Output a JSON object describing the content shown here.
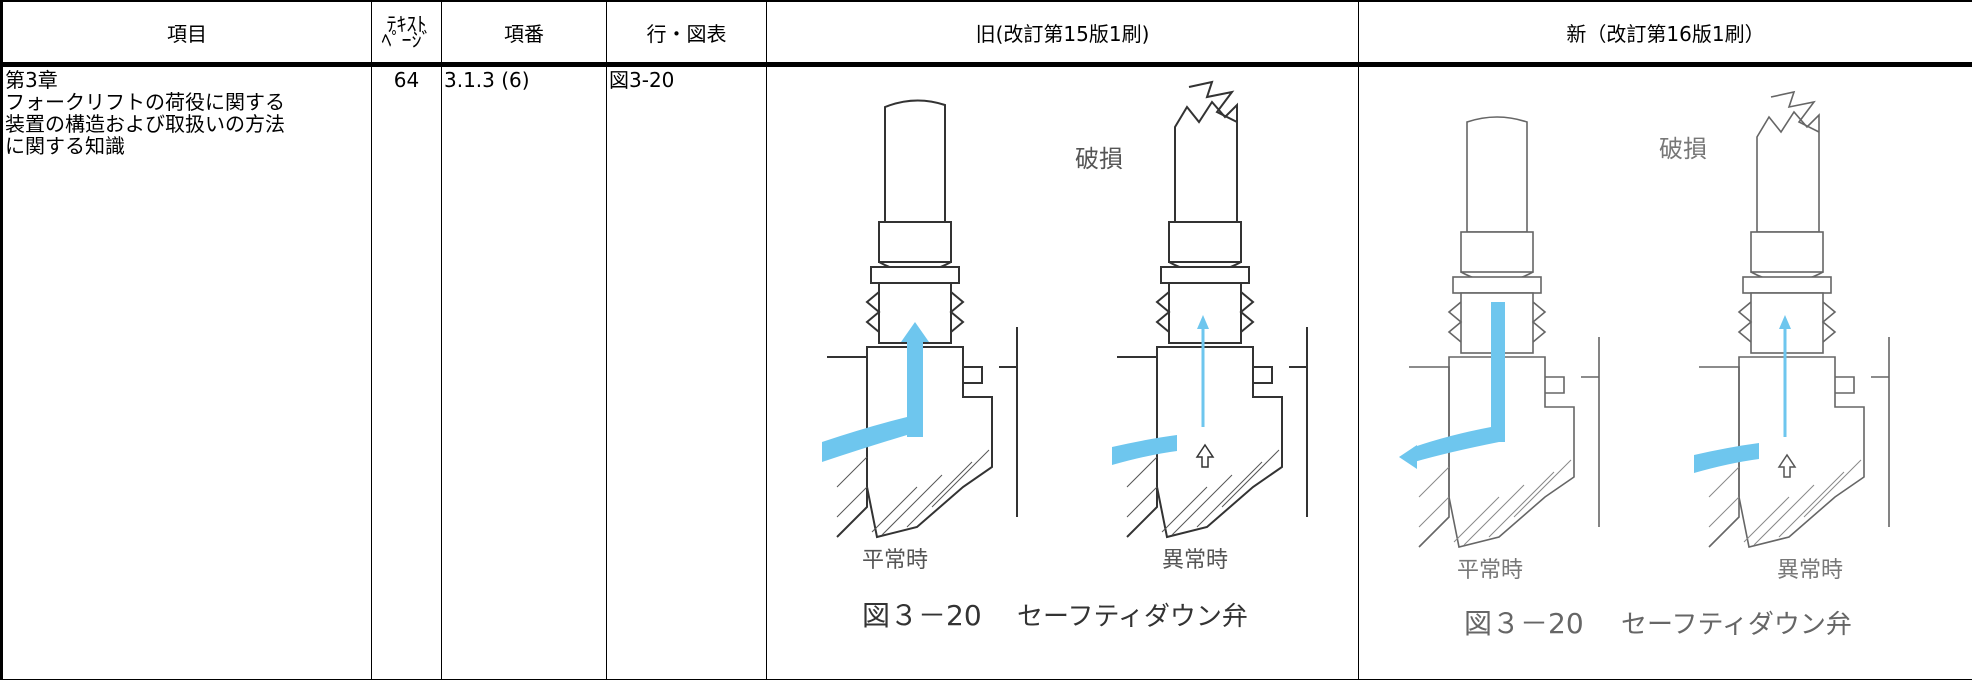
{
  "headers": {
    "item": "項目",
    "text_page": "ﾃｷｽﾄ\nﾍﾟｰｼﾞ",
    "section_no": "項番",
    "row_figure": "行・図表",
    "old": "旧(改訂第15版1刷)",
    "new": "新（改訂第16版1刷）"
  },
  "row": {
    "item": "第3章\nフォークリフトの荷役に関する\n装置の構造および取扱いの方法\nに関する知識",
    "page": "64",
    "section": "3.1.3 (6)",
    "figure": "図3-20"
  },
  "old_figure": {
    "damage_label": "破損",
    "normal_label": "平常時",
    "abnormal_label": "異常時",
    "caption_number": "図３－20",
    "caption_title": "セーフティダウン弁"
  },
  "new_figure": {
    "damage_label": "破損",
    "normal_label": "平常時",
    "abnormal_label": "異常時",
    "caption_number": "図３－20",
    "caption_title": "セーフティダウン弁"
  },
  "colors": {
    "flow_blue": "#6ec6ee",
    "line_dark": "#333333"
  }
}
